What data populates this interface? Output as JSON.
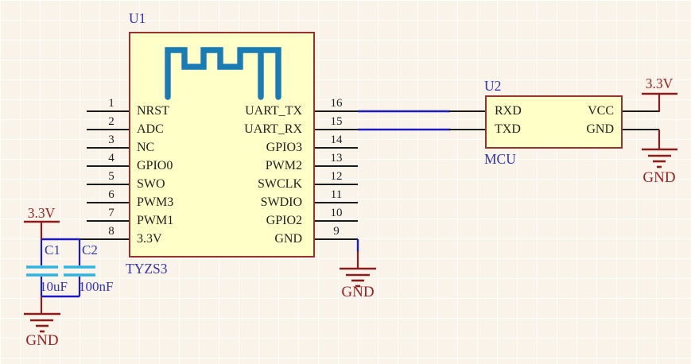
{
  "u1": {
    "ref": "U1",
    "value": "TYZS3",
    "left_pins": [
      {
        "num": "1",
        "name": "NRST"
      },
      {
        "num": "2",
        "name": "ADC"
      },
      {
        "num": "3",
        "name": "NC"
      },
      {
        "num": "4",
        "name": "GPIO0"
      },
      {
        "num": "5",
        "name": "SWO"
      },
      {
        "num": "6",
        "name": "PWM3"
      },
      {
        "num": "7",
        "name": "PWM1"
      },
      {
        "num": "8",
        "name": "3.3V"
      }
    ],
    "right_pins": [
      {
        "num": "16",
        "name": "UART_TX"
      },
      {
        "num": "15",
        "name": "UART_RX"
      },
      {
        "num": "14",
        "name": "GPIO3"
      },
      {
        "num": "13",
        "name": "PWM2"
      },
      {
        "num": "12",
        "name": "SWCLK"
      },
      {
        "num": "11",
        "name": "SWDIO"
      },
      {
        "num": "10",
        "name": "GPIO2"
      },
      {
        "num": "9",
        "name": "GND"
      }
    ]
  },
  "u2": {
    "ref": "U2",
    "value": "MCU",
    "left_pins": [
      {
        "name": "RXD"
      },
      {
        "name": "TXD"
      }
    ],
    "right_pins": [
      {
        "name": "VCC"
      },
      {
        "name": "GND"
      }
    ]
  },
  "c1": {
    "ref": "C1",
    "value": "10uF"
  },
  "c2": {
    "ref": "C2",
    "value": "100nF"
  },
  "power": {
    "v33_left": "3.3V",
    "v33_right": "3.3V",
    "gnd_left": "GND",
    "gnd_mid": "GND",
    "gnd_right": "GND"
  },
  "colors": {
    "wire_black": "#1a1a1a",
    "wire_blue": "#1b1bc0",
    "power_red": "#8e1a1a",
    "cap_cyan": "#2fb3df",
    "antenna_blue": "#1a7cb4",
    "component_fill": "#ffffc8",
    "component_border": "#993030",
    "ref_blue": "#3434b2",
    "net_red": "#9c1f1f"
  }
}
